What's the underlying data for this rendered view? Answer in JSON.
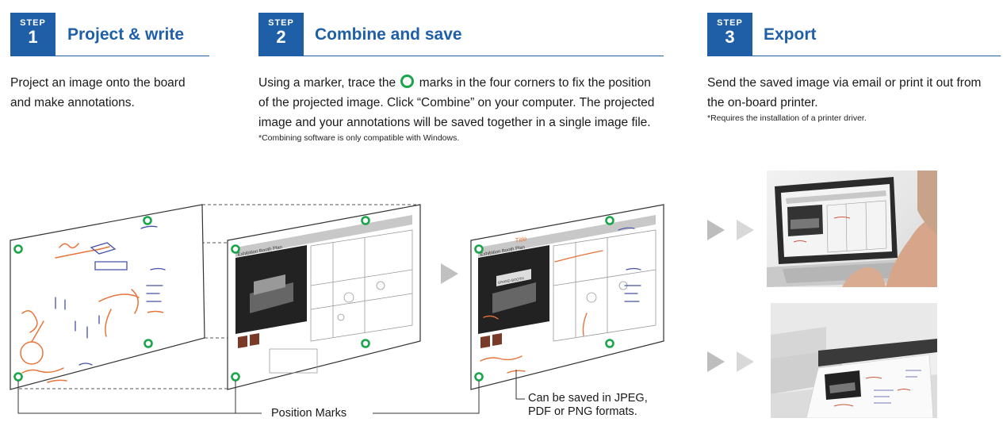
{
  "steps": [
    {
      "badge_word": "STEP",
      "number": "1",
      "title": "Project & write",
      "desc": "Project an image onto the board and make annotations."
    },
    {
      "badge_word": "STEP",
      "number": "2",
      "title": "Combine and save",
      "desc_before": "Using a marker, trace the",
      "desc_after": "marks in the four corners to fix the position of the projected image. Click “Combine” on your computer. The projected image and your annotations will be saved together in a single image file.",
      "note": "*Combining software is only compatible with Windows."
    },
    {
      "badge_word": "STEP",
      "number": "3",
      "title": "Export",
      "desc": "Send the saved image via email or print it out from the on-board printer.",
      "note": "*Requires the installation of a printer driver."
    }
  ],
  "board_text": {
    "plan_title": "Exhibition Booth Plan",
    "handwritten_title": "Title",
    "booth_sign": "GRAND BOOTH"
  },
  "labels": {
    "position_marks": "Position Marks",
    "formats_line1": "Can be saved in JPEG,",
    "formats_line2": "PDF or PNG formats."
  },
  "colors": {
    "accent_blue": "#1f5fa8",
    "mark_green": "#1aa54a",
    "annotation_orange": "#e8743a",
    "annotation_blue": "#4650a8",
    "arrow_gray": "#c0c0c0"
  },
  "icons": [
    "arrow-right-icon",
    "double-arrow-icon",
    "laptop-photo",
    "printer-photo"
  ]
}
